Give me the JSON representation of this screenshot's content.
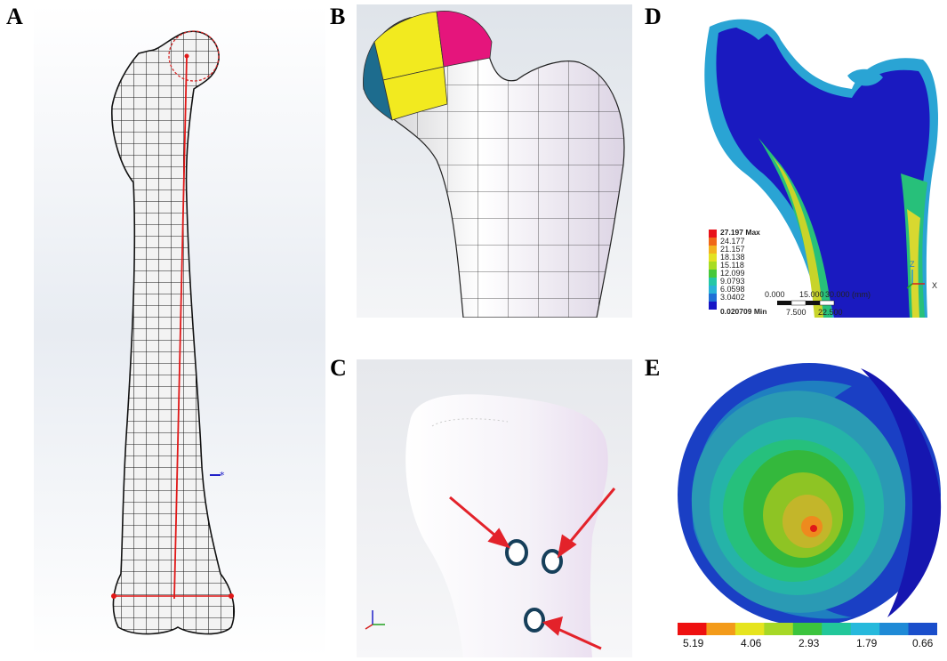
{
  "panels": {
    "a": {
      "label": "A"
    },
    "b": {
      "label": "B"
    },
    "c": {
      "label": "C"
    },
    "d": {
      "label": "D",
      "legend": {
        "max": "27.197 Max",
        "values": [
          "24.177",
          "21.157",
          "18.138",
          "15.118",
          "12.099",
          "9.0793",
          "6.0598",
          "3.0402"
        ],
        "min": "0.020709 Min",
        "colors": [
          "#e8121a",
          "#f06818",
          "#f3b31f",
          "#e3e222",
          "#a8dc22",
          "#46c83a",
          "#23c7a6",
          "#28b2d8",
          "#1e6fd6",
          "#1616c6"
        ]
      },
      "scale": {
        "top": [
          "0.000",
          "15.000",
          "30.000 (mm)"
        ],
        "bottom": [
          "7.500",
          "22.500"
        ]
      },
      "axes": {
        "x": "X",
        "z": "Z"
      }
    },
    "e": {
      "label": "E",
      "colorbar": {
        "labels": [
          "5.19",
          "4.06",
          "2.93",
          "1.79",
          "0.66"
        ],
        "colors": [
          "#ee1010",
          "#f39b1a",
          "#e6e41f",
          "#a6d827",
          "#3cc43e",
          "#22c79a",
          "#26b9dc",
          "#1f8ad6",
          "#1a4ecb"
        ]
      }
    }
  }
}
